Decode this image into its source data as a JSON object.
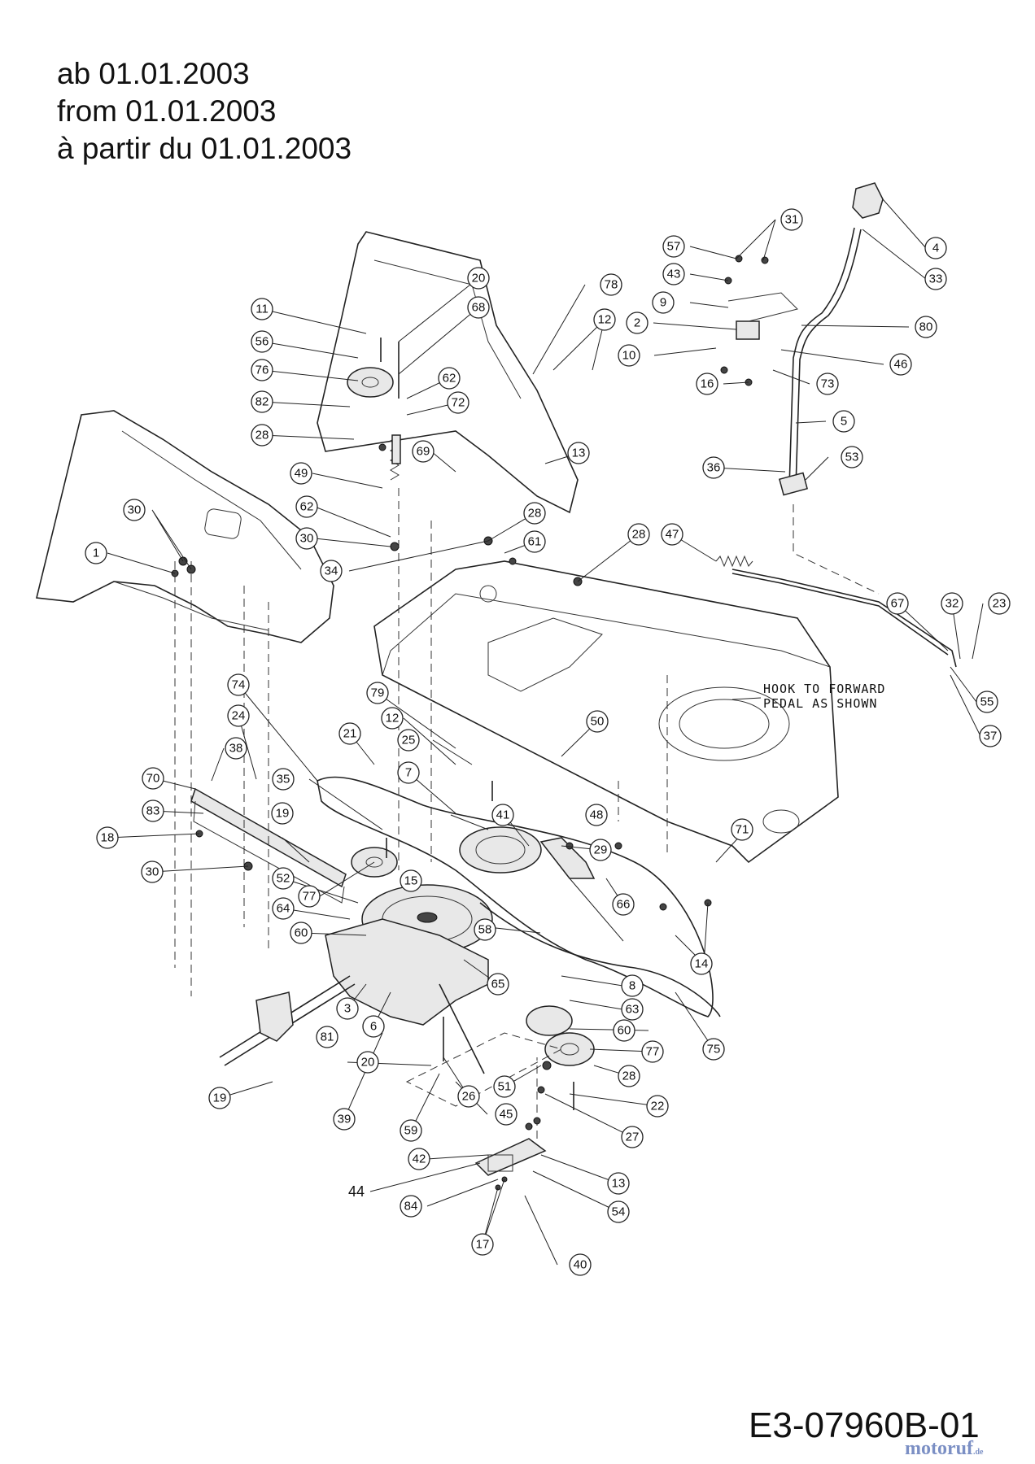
{
  "header": {
    "line1": "ab 01.01.2003",
    "line2": "from 01.01.2003",
    "line3": "à partir du 01.01.2003"
  },
  "note": {
    "text": "HOOK TO FORWARD\nPEDAL AS SHOWN"
  },
  "drawing_code": "E3-07960B-01",
  "watermark": "motoruf",
  "watermark_suffix": ".de",
  "plain_label": "44",
  "callouts": [
    {
      "id": "c31",
      "label": "31"
    },
    {
      "id": "c57",
      "label": "57"
    },
    {
      "id": "c4",
      "label": "4"
    },
    {
      "id": "c43",
      "label": "43"
    },
    {
      "id": "c33",
      "label": "33"
    },
    {
      "id": "c9",
      "label": "9"
    },
    {
      "id": "c2",
      "label": "2"
    },
    {
      "id": "c80",
      "label": "80"
    },
    {
      "id": "c10",
      "label": "10"
    },
    {
      "id": "c46",
      "label": "46"
    },
    {
      "id": "c16",
      "label": "16"
    },
    {
      "id": "c73",
      "label": "73"
    },
    {
      "id": "c5",
      "label": "5"
    },
    {
      "id": "c53",
      "label": "53"
    },
    {
      "id": "c36",
      "label": "36"
    },
    {
      "id": "c20a",
      "label": "20"
    },
    {
      "id": "c78",
      "label": "78"
    },
    {
      "id": "c68",
      "label": "68"
    },
    {
      "id": "c11",
      "label": "11"
    },
    {
      "id": "c12a",
      "label": "12"
    },
    {
      "id": "c56",
      "label": "56"
    },
    {
      "id": "c76",
      "label": "76"
    },
    {
      "id": "c62a",
      "label": "62"
    },
    {
      "id": "c82",
      "label": "82"
    },
    {
      "id": "c72",
      "label": "72"
    },
    {
      "id": "c28a",
      "label": "28"
    },
    {
      "id": "c69",
      "label": "69"
    },
    {
      "id": "c13a",
      "label": "13"
    },
    {
      "id": "c49",
      "label": "49"
    },
    {
      "id": "c62b",
      "label": "62"
    },
    {
      "id": "c28b",
      "label": "28"
    },
    {
      "id": "c30a",
      "label": "30"
    },
    {
      "id": "c30b",
      "label": "30"
    },
    {
      "id": "c61",
      "label": "61"
    },
    {
      "id": "c28c",
      "label": "28"
    },
    {
      "id": "c47",
      "label": "47"
    },
    {
      "id": "c1",
      "label": "1"
    },
    {
      "id": "c34",
      "label": "34"
    },
    {
      "id": "c67",
      "label": "67"
    },
    {
      "id": "c32",
      "label": "32"
    },
    {
      "id": "c23",
      "label": "23"
    },
    {
      "id": "c55",
      "label": "55"
    },
    {
      "id": "c37",
      "label": "37"
    },
    {
      "id": "c74",
      "label": "74"
    },
    {
      "id": "c79",
      "label": "79"
    },
    {
      "id": "c24",
      "label": "24"
    },
    {
      "id": "c21",
      "label": "21"
    },
    {
      "id": "c12b",
      "label": "12"
    },
    {
      "id": "c25",
      "label": "25"
    },
    {
      "id": "c50",
      "label": "50"
    },
    {
      "id": "c38",
      "label": "38"
    },
    {
      "id": "c7",
      "label": "7"
    },
    {
      "id": "c70",
      "label": "70"
    },
    {
      "id": "c35",
      "label": "35"
    },
    {
      "id": "c83",
      "label": "83"
    },
    {
      "id": "c41",
      "label": "41"
    },
    {
      "id": "c48",
      "label": "48"
    },
    {
      "id": "c19a",
      "label": "19"
    },
    {
      "id": "c18",
      "label": "18"
    },
    {
      "id": "c71",
      "label": "71"
    },
    {
      "id": "c29",
      "label": "29"
    },
    {
      "id": "c30c",
      "label": "30"
    },
    {
      "id": "c52",
      "label": "52"
    },
    {
      "id": "c15",
      "label": "15"
    },
    {
      "id": "c77a",
      "label": "77"
    },
    {
      "id": "c66",
      "label": "66"
    },
    {
      "id": "c64",
      "label": "64"
    },
    {
      "id": "c60a",
      "label": "60"
    },
    {
      "id": "c58",
      "label": "58"
    },
    {
      "id": "c14",
      "label": "14"
    },
    {
      "id": "c65",
      "label": "65"
    },
    {
      "id": "c8",
      "label": "8"
    },
    {
      "id": "c3",
      "label": "3"
    },
    {
      "id": "c63",
      "label": "63"
    },
    {
      "id": "c6",
      "label": "6"
    },
    {
      "id": "c81",
      "label": "81"
    },
    {
      "id": "c60b",
      "label": "60"
    },
    {
      "id": "c75",
      "label": "75"
    },
    {
      "id": "c20b",
      "label": "20"
    },
    {
      "id": "c77b",
      "label": "77"
    },
    {
      "id": "c28d",
      "label": "28"
    },
    {
      "id": "c19b",
      "label": "19"
    },
    {
      "id": "c51",
      "label": "51"
    },
    {
      "id": "c26",
      "label": "26"
    },
    {
      "id": "c22",
      "label": "22"
    },
    {
      "id": "c45",
      "label": "45"
    },
    {
      "id": "c39",
      "label": "39"
    },
    {
      "id": "c59",
      "label": "59"
    },
    {
      "id": "c27",
      "label": "27"
    },
    {
      "id": "c42",
      "label": "42"
    },
    {
      "id": "c13b",
      "label": "13"
    },
    {
      "id": "c84",
      "label": "84"
    },
    {
      "id": "c54",
      "label": "54"
    },
    {
      "id": "c17",
      "label": "17"
    },
    {
      "id": "c40",
      "label": "40"
    }
  ]
}
